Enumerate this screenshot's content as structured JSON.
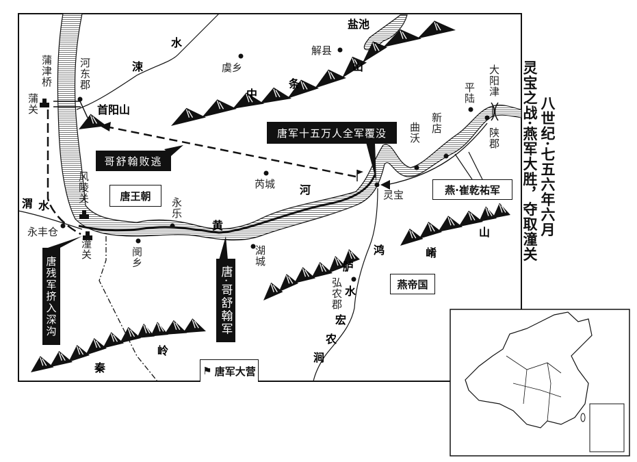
{
  "title": {
    "line1": "八世纪·七五六年六月",
    "line2": "灵宝之战·燕军大胜，夺取潼关"
  },
  "callouts": {
    "geshuhan_flee": "哥舒翰败逃",
    "tang_annihilated": "唐军十五万人全军覆没",
    "tang_remnants": "唐残军挤入深沟",
    "geshuhan_army": "唐·哥舒翰军",
    "yan_army": "燕·崔乾祐军",
    "tang_dynasty": "唐王朝",
    "yan_empire": "燕帝国",
    "tang_camp": "唐军大营"
  },
  "places": {
    "pujinqiao": "蒲津桥",
    "puguan": "蒲关",
    "hedong": "河东郡",
    "shouyangshan": "首阳山",
    "fenglingguan": "风陵关",
    "yongfengcang": "永丰仓",
    "tongguan": "潼关",
    "wenxiang": "阌乡",
    "yongle": "永乐",
    "ruicheng": "芮城",
    "hucheng": "湖城",
    "lingbao": "灵宝",
    "quwo": "曲沃",
    "xindian": "新店",
    "pinglu": "平陆",
    "dayangjin": "大阳津",
    "shanjun": "陕郡",
    "hongnong": "弘农郡",
    "yuxiang": "虞乡",
    "jiexian": "解县",
    "yanchi": "盐池"
  },
  "features": {
    "su": "涑",
    "su_shui": "水",
    "zhong": "中",
    "tiao": "条",
    "shan1": "山",
    "wei": "渭",
    "wei_shui": "水",
    "huang": "黄",
    "he": "河",
    "qin": "秦",
    "ling": "岭",
    "xiao": "崤",
    "shan2": "山",
    "hong": "鸿",
    "lu": "胪",
    "hl_shui": "水",
    "paren_hong": "宏",
    "nong": "农",
    "jian": "涧"
  },
  "colors": {
    "ink": "#111111",
    "hatch": "#777777"
  }
}
